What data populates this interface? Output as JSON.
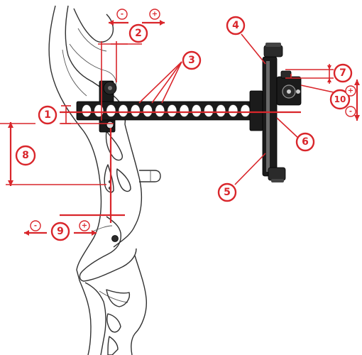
{
  "callouts": [
    {
      "id": "1",
      "label": "1"
    },
    {
      "id": "2",
      "label": "2"
    },
    {
      "id": "3",
      "label": "3"
    },
    {
      "id": "4",
      "label": "4"
    },
    {
      "id": "5",
      "label": "5"
    },
    {
      "id": "6",
      "label": "6"
    },
    {
      "id": "7",
      "label": "7"
    },
    {
      "id": "8",
      "label": "8"
    },
    {
      "id": "9",
      "label": "9"
    },
    {
      "id": "10",
      "label": "10"
    }
  ],
  "signs": {
    "minus": "-",
    "plus": "+"
  },
  "colors": {
    "annotation": "#d9262b",
    "bow_outline": "#303030",
    "sight_metal": "#1b1b1b"
  }
}
